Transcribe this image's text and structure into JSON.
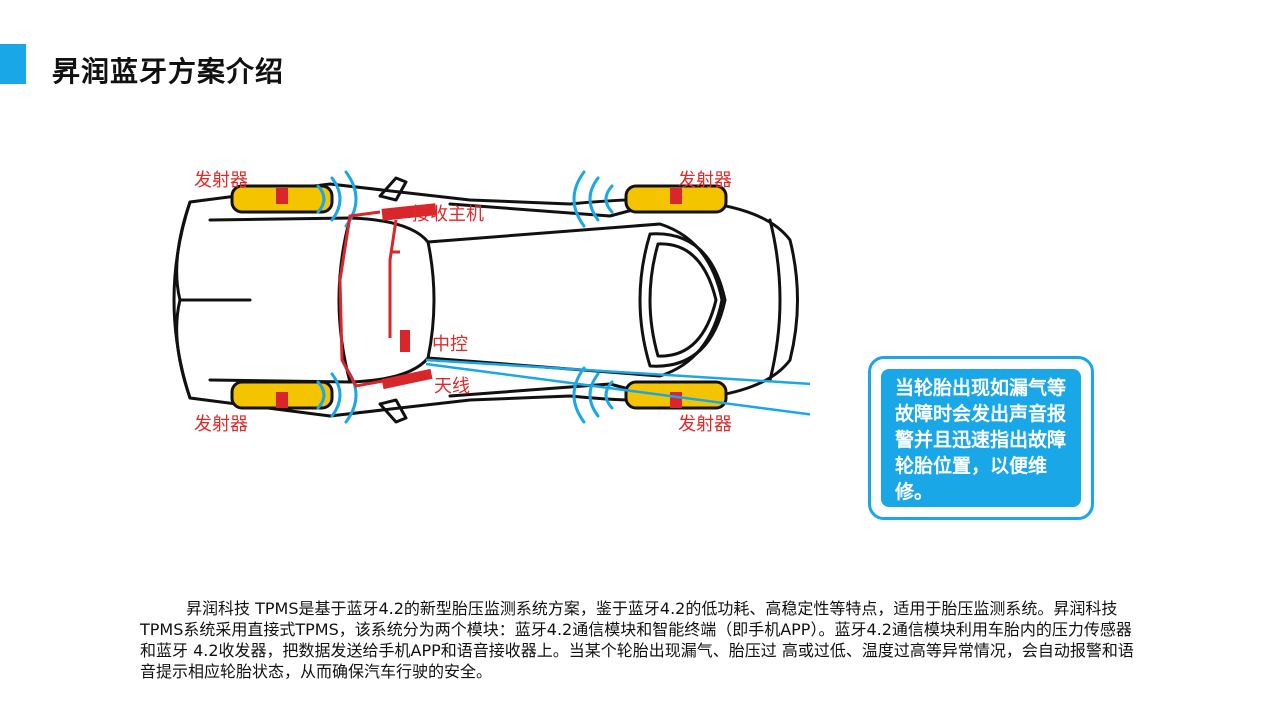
{
  "page": {
    "title": "昇润蓝牙方案介绍"
  },
  "diagram": {
    "labels": {
      "transmitter_front_left": "发射器",
      "transmitter_front_right": "发射器",
      "transmitter_rear_left": "发射器",
      "transmitter_rear_right": "发射器",
      "receiver": "接收主机",
      "console": "中控",
      "antenna": "天线"
    },
    "callout_text": "当轮胎出现如漏气等故障时会发出声音报警并且迅速指出故障轮胎位置，以便维修。"
  },
  "colors": {
    "accent": "#1aa7e8",
    "label_red": "#e02a2a",
    "tire_yellow": "#f5c400",
    "wiring_red": "#d9262a",
    "outline": "#111111"
  },
  "description": "昇润科技 TPMS是基于蓝牙4.2的新型胎压监测系统方案，鉴于蓝牙4.2的低功耗、高稳定性等特点，适用于胎压监测系统。昇润科技 TPMS系统采用直接式TPMS，该系统分为两个模块：蓝牙4.2通信模块和智能终端（即手机APP）。蓝牙4.2通信模块利用车胎内的压力传感器和蓝牙 4.2收发器，把数据发送给手机APP和语音接收器上。当某个轮胎出现漏气、胎压过 高或过低、温度过高等异常情况，会自动报警和语音提示相应轮胎状态，从而确保汽车行驶的安全。"
}
